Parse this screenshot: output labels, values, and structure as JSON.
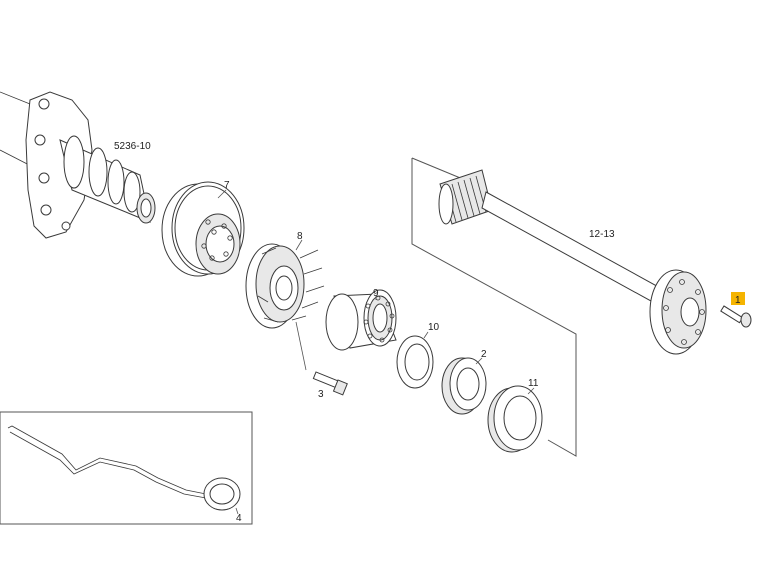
{
  "diagram": {
    "labels": {
      "knuckle": "5236-10",
      "disc": "7",
      "hub": "8",
      "bearing": "9",
      "washer": "10",
      "nut": "2",
      "seal": "11",
      "axle_shaft": "12-13",
      "bolt_small": "1",
      "stud": "3",
      "sensor": "4"
    },
    "highlight_color": "#f5b400"
  }
}
